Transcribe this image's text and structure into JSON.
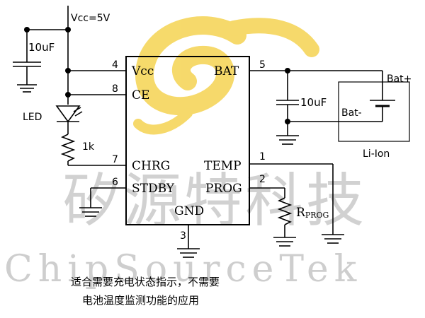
{
  "diagram": {
    "ic": {
      "pins": {
        "vcc": {
          "num": "4",
          "label": "Vcc"
        },
        "ce": {
          "num": "8",
          "label": "CE"
        },
        "chrg": {
          "num": "7",
          "label": "CHRG"
        },
        "stdby": {
          "num": "6",
          "label": "STDBY"
        },
        "bat": {
          "num": "5",
          "label": "BAT"
        },
        "temp": {
          "num": "1",
          "label": "TEMP"
        },
        "prog": {
          "num": "2",
          "label": "PROG"
        },
        "gnd": {
          "num": "3",
          "label": "GND"
        }
      }
    },
    "supply_label": "Vcc=5V",
    "cap_in_label": "10uF",
    "cap_out_label": "10uF",
    "led_label": "LED",
    "resistor_label": "1k",
    "rprog_label_main": "R",
    "rprog_label_sub": "PROG",
    "battery_plus_label": "Bat+",
    "battery_minus_label": "Bat-",
    "battery_type_label": "Li-Ion",
    "watermark": {
      "cn": "矽源特科技",
      "en": "ChipSourceTek"
    },
    "caption_line1": "适合需要充电状态指示，不需要",
    "caption_line2": "电池温度监测功能的应用"
  },
  "colors": {
    "wire": "#000000",
    "logo": "#f3cd3a",
    "watermark": "#c9c9c9"
  }
}
